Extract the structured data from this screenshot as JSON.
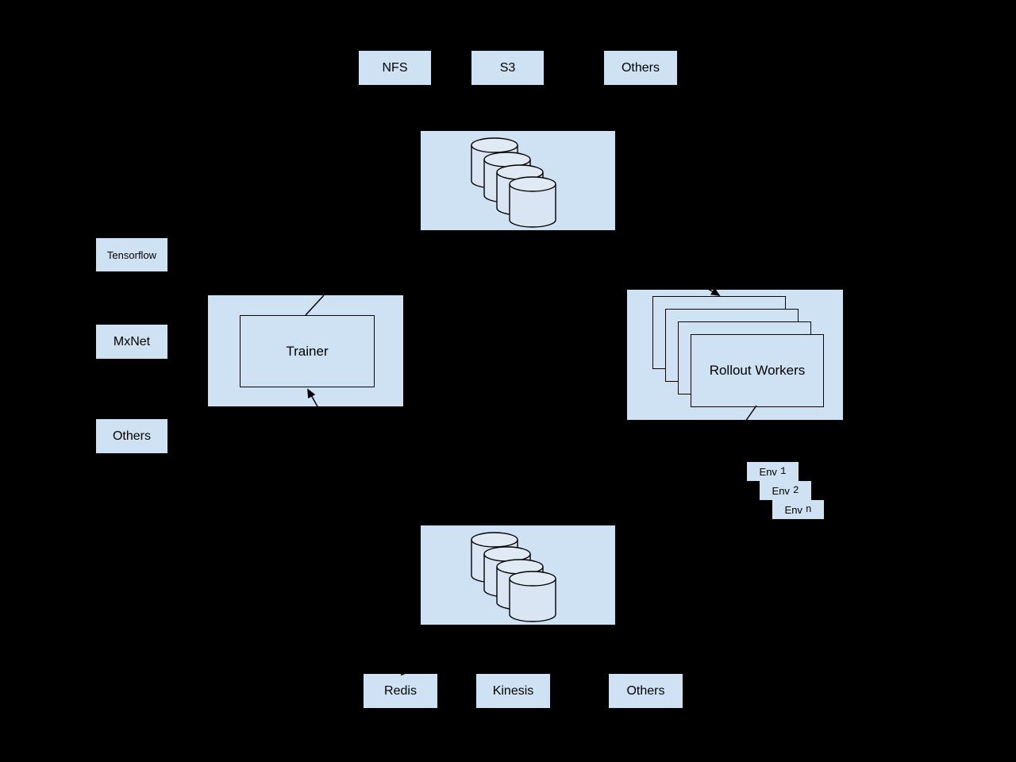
{
  "diagram": {
    "colors": {
      "background": "#000000",
      "box_fill": "#cfe2f3",
      "cylinder_body_fill": "#d9e5f2",
      "cylinder_top_fill": "#e0eaf5",
      "stroke": "#000000"
    },
    "storage_top": {
      "backends": [
        {
          "label": "NFS"
        },
        {
          "label": "S3"
        },
        {
          "label": "Others"
        }
      ],
      "icon": "database-cylinders-icon"
    },
    "frameworks": [
      {
        "label": "Tensorflow"
      },
      {
        "label": "MxNet"
      },
      {
        "label": "Others"
      }
    ],
    "trainer": {
      "label": "Trainer"
    },
    "rollout_workers": {
      "label": "Rollout Workers"
    },
    "environments": [
      {
        "label": "Env",
        "index": "1"
      },
      {
        "label": "Env",
        "index": "2"
      },
      {
        "label": "Env",
        "index": "n"
      }
    ],
    "memory_bottom": {
      "backends": [
        {
          "label": "Redis"
        },
        {
          "label": "Kinesis"
        },
        {
          "label": "Others"
        }
      ],
      "icon": "database-cylinders-icon"
    }
  }
}
